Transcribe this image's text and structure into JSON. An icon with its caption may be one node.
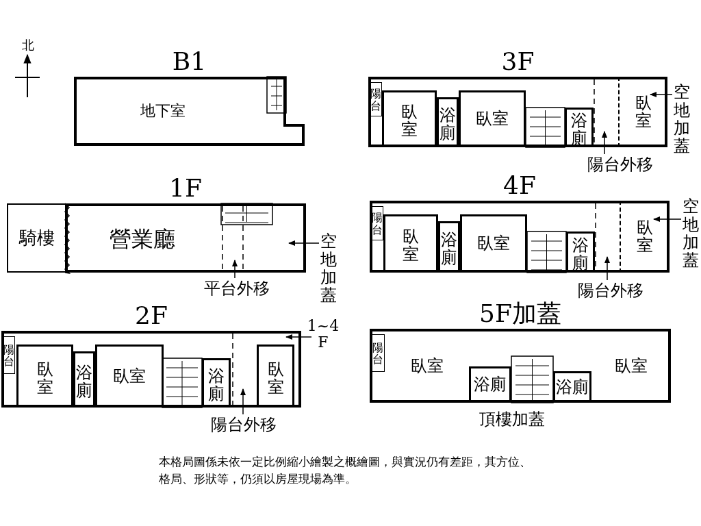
{
  "diagram": {
    "caption": "本格局圖係未依一定比例縮小繪製之概繪圖，與實況仍有差距，其方位、格局、形狀等，仍須以房屋現場為準。",
    "nodes": [
      {
        "text": [
          "B1",
          "地下室"
        ]
      },
      {
        "text": [
          "3F"
        ]
      },
      {
        "text": [
          "陽台"
        ],
        "in": 1
      },
      {
        "text": [
          "臥室"
        ],
        "in": 1
      },
      {
        "text": [
          "浴廁"
        ],
        "in": 1
      },
      {
        "text": [
          "臥室"
        ],
        "in": 1
      },
      {
        "text": [
          "浴廁"
        ],
        "in": 1
      },
      {
        "text": [
          "臥室"
        ],
        "in": 1
      },
      {
        "text": [
          "空地加蓋"
        ]
      },
      {
        "text": [
          "陽台外移"
        ]
      },
      {
        "text": [
          "騎樓"
        ]
      },
      {
        "text": [
          "1F",
          "營業廳"
        ]
      },
      {
        "text": [
          "空地加蓋"
        ]
      },
      {
        "text": [
          "平台外移"
        ]
      },
      {
        "text": [
          "4F"
        ]
      },
      {
        "text": [
          "陽台"
        ],
        "in": 14
      },
      {
        "text": [
          "臥室"
        ],
        "in": 14
      },
      {
        "text": [
          "浴廁"
        ],
        "in": 14
      },
      {
        "text": [
          "臥室"
        ],
        "in": 14
      },
      {
        "text": [
          "浴廁"
        ],
        "in": 14
      },
      {
        "text": [
          "臥室"
        ],
        "in": 14
      },
      {
        "text": [
          "空地加蓋"
        ]
      },
      {
        "text": [
          "陽台外移"
        ]
      },
      {
        "text": [
          "2F"
        ]
      },
      {
        "text": [
          "陽台"
        ],
        "in": 23
      },
      {
        "text": [
          "臥室"
        ],
        "in": 23
      },
      {
        "text": [
          "浴廁"
        ],
        "in": 23
      },
      {
        "text": [
          "臥室"
        ],
        "in": 23
      },
      {
        "text": [
          "浴廁"
        ],
        "in": 23
      },
      {
        "text": [
          "臥室"
        ],
        "in": 23
      },
      {
        "text": [
          "1~4 F"
        ]
      },
      {
        "text": [
          "陽台外移"
        ]
      },
      {
        "text": [
          "5F加蓋"
        ]
      },
      {
        "text": [
          "陽台"
        ],
        "in": 32
      },
      {
        "text": [
          "臥室"
        ],
        "in": 32
      },
      {
        "text": [
          "浴廁"
        ],
        "in": 32
      },
      {
        "text": [
          "浴廁"
        ],
        "in": 32
      },
      {
        "text": [
          "臥室"
        ],
        "in": 32
      }
    ],
    "edges": [
      {
        "from": 8,
        "to": 1,
        "arrow": "to"
      },
      {
        "from": 9,
        "to": 1,
        "arrow": "to"
      },
      {
        "from": 12,
        "to": 11,
        "arrow": "to"
      },
      {
        "from": 13,
        "to": 11,
        "arrow": "to"
      },
      {
        "from": 21,
        "to": 14,
        "arrow": "to"
      },
      {
        "from": 22,
        "to": 14,
        "arrow": "to"
      },
      {
        "from": 30,
        "to": 23,
        "arrow": "to"
      },
      {
        "from": 31,
        "to": 23,
        "arrow": "to"
      }
    ],
    "labels": [
      "北",
      "頂樓加蓋"
    ]
  }
}
